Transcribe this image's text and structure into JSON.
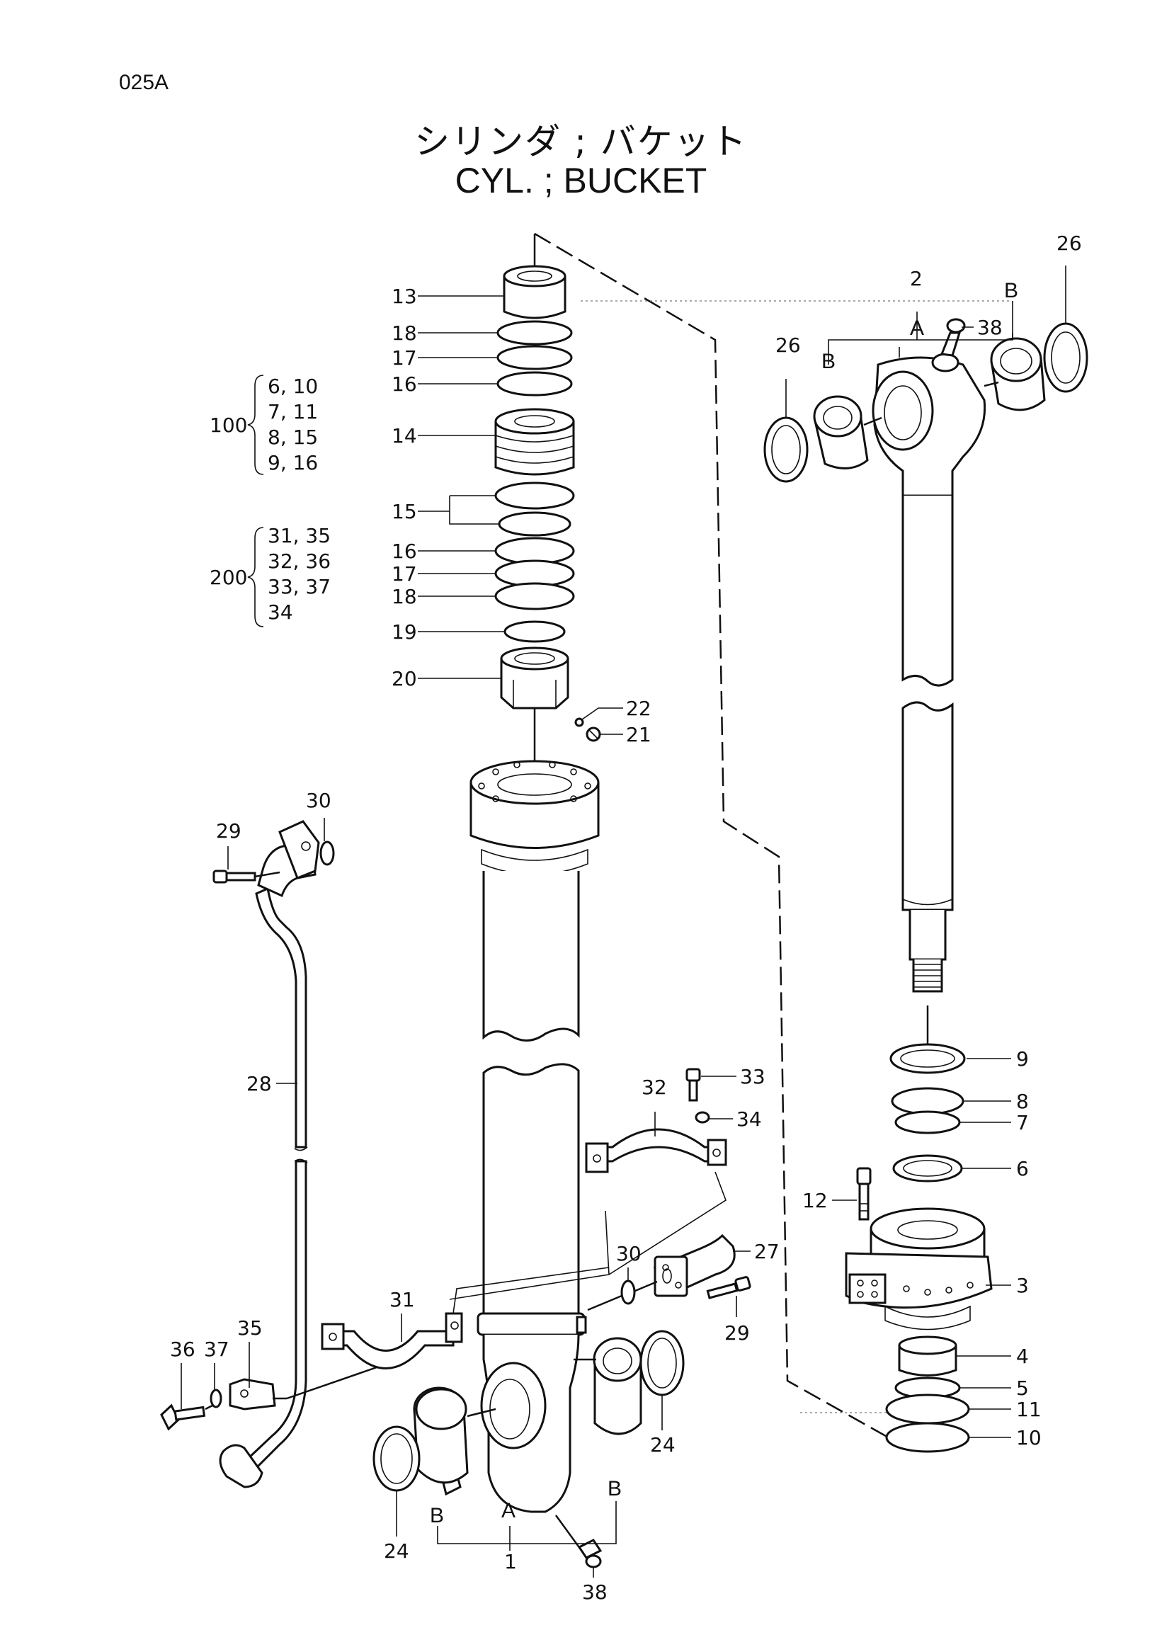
{
  "page_code": "025A",
  "title_jp": "シリンダ ; バケット",
  "title_en": "CYL. ; BUCKET",
  "sets": {
    "set_100": {
      "label": "100",
      "rows": [
        "6, 10",
        "7, 11",
        "8, 15",
        "9, 16"
      ]
    },
    "set_200": {
      "label": "200",
      "rows": [
        "31, 35",
        "32, 36",
        "33, 37",
        "34"
      ]
    }
  },
  "callouts": {
    "c1": "1",
    "c2": "2",
    "c3": "3",
    "c4": "4",
    "c5": "5",
    "c6": "6",
    "c7": "7",
    "c8": "8",
    "c9": "9",
    "c10": "10",
    "c11": "11",
    "c12": "12",
    "c13": "13",
    "c14": "14",
    "c15": "15",
    "c16a": "16",
    "c16b": "16",
    "c17a": "17",
    "c17b": "17",
    "c18a": "18",
    "c18b": "18",
    "c19": "19",
    "c20": "20",
    "c21": "21",
    "c22": "22",
    "c24a": "24",
    "c24b": "24",
    "c26a": "26",
    "c26b": "26",
    "c27": "27",
    "c28": "28",
    "c29a": "29",
    "c29b": "29",
    "c30a": "30",
    "c30b": "30",
    "c31": "31",
    "c32": "32",
    "c33": "33",
    "c34": "34",
    "c35": "35",
    "c36": "36",
    "c37": "37",
    "c38a": "38",
    "c38b": "38"
  },
  "letters": {
    "a_rod": "A",
    "b_rod_left": "B",
    "b_rod_right": "B",
    "a_tube": "A",
    "b_tube_left": "B",
    "b_tube_right": "B"
  }
}
